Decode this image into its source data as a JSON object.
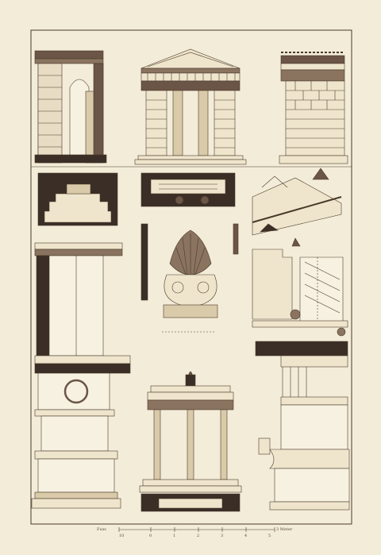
{
  "plate": {
    "scale_left": "Fuss",
    "scale_right": "3 Meter",
    "scale_numbers": [
      "10",
      "0",
      "1",
      "2",
      "3",
      "4",
      "5"
    ]
  },
  "colors": {
    "paper": "#f3ecd8",
    "ink": "#4a3a2a",
    "wash": "#6b5546",
    "dark": "#3a2e26",
    "light_fill": "#e8dcc4"
  },
  "panels": [
    {
      "id": "section-left",
      "subject": "temple-section"
    },
    {
      "id": "temple-front",
      "subject": "pedimented-facade"
    },
    {
      "id": "section-right",
      "subject": "wall-elevation"
    },
    {
      "id": "crepidoma-detail",
      "subject": "stepped-base"
    },
    {
      "id": "frieze-plan",
      "subject": "frieze-with-rosettes"
    },
    {
      "id": "roof-tile-detail",
      "subject": "cover-tiles"
    },
    {
      "id": "entablature-left",
      "subject": "doric-profile"
    },
    {
      "id": "acroterion",
      "subject": "anthemion"
    },
    {
      "id": "cornice-right",
      "subject": "cornice-profile"
    },
    {
      "id": "altar-left",
      "subject": "altar-with-wreath"
    },
    {
      "id": "naiskos",
      "subject": "shrine-with-statue"
    },
    {
      "id": "altar-right",
      "subject": "altar-profile"
    }
  ]
}
